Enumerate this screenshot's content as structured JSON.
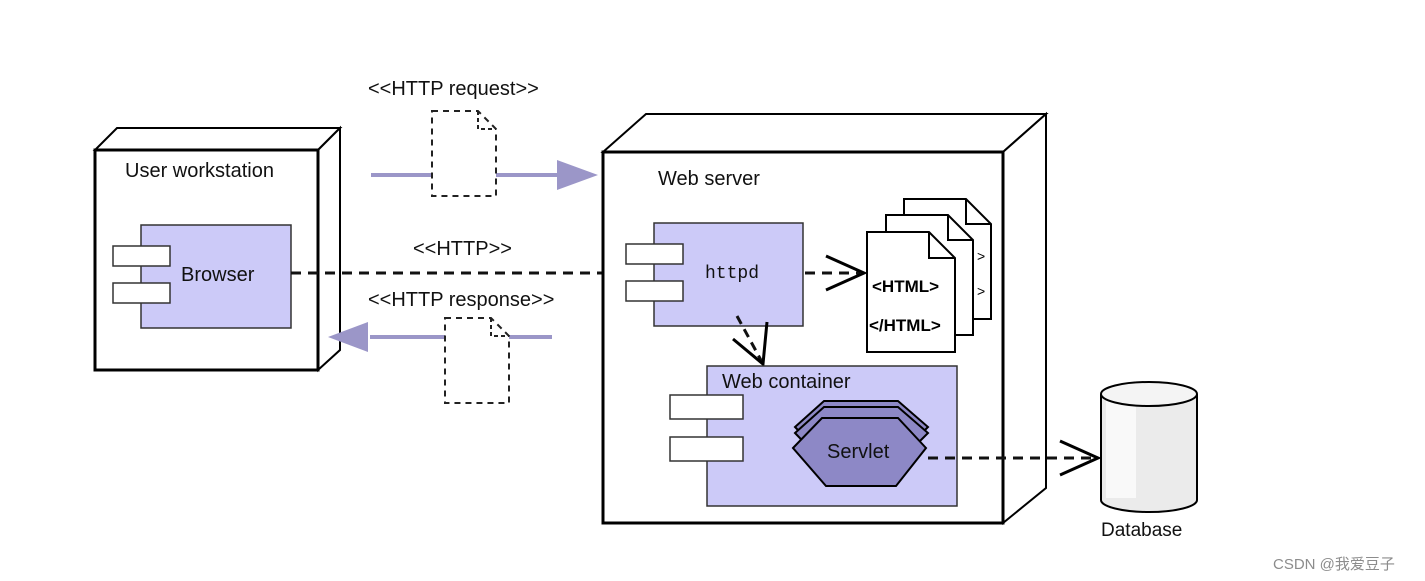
{
  "top_label": "<<HTTP request>>",
  "user_node": {
    "title": "User workstation",
    "browser": "Browser"
  },
  "middle_label": "<<HTTP>>",
  "bottom_label": "<<HTTP response>>",
  "web_server": {
    "title": "Web server",
    "httpd": "httpd",
    "html_open": "<HTML>",
    "html_close": "</HTML>",
    "container": "Web container",
    "servlet": "Servlet"
  },
  "database": "Database",
  "watermark": "CSDN @我爱豆子",
  "colors": {
    "component": "#cccaf8",
    "arrow": "#9b96c8",
    "line": "#000000"
  }
}
